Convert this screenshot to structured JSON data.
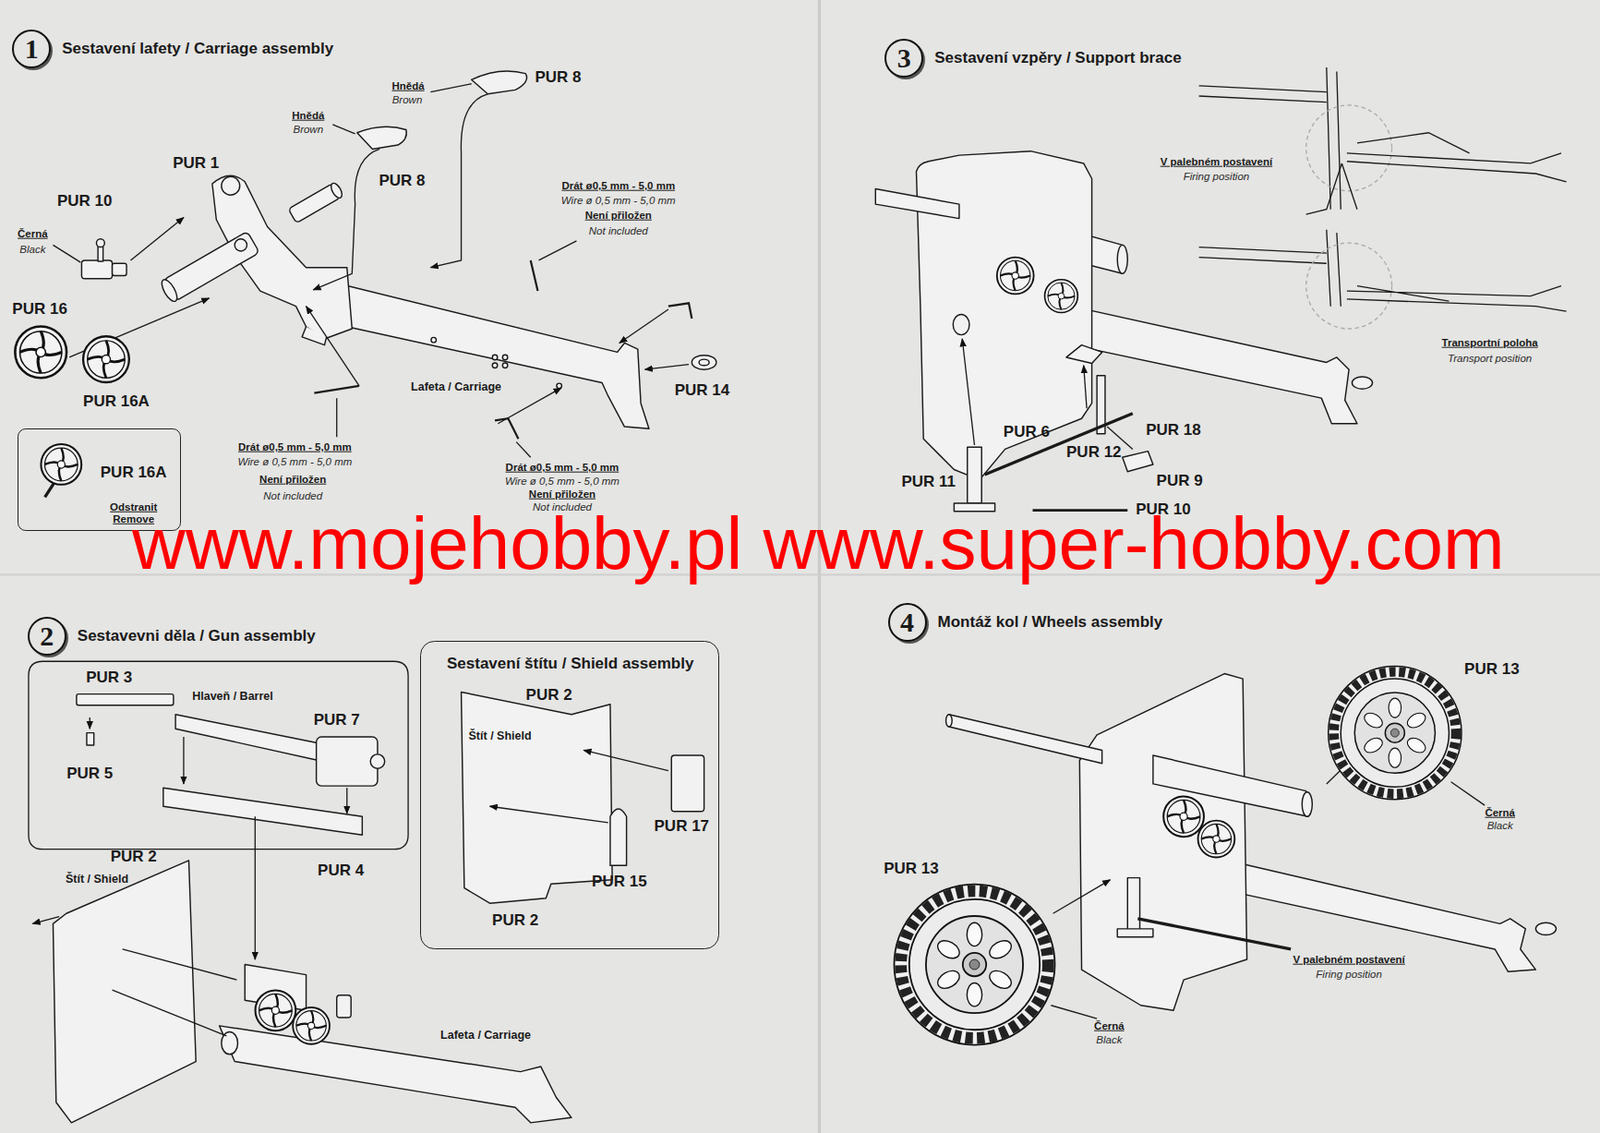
{
  "diagram": {
    "nodes": [
      {
        "text": [
          "1",
          "Sestavení lafety / Carriage assembly"
        ]
      },
      {
        "text": [
          "PUR 16A",
          "Odstranit Remove"
        ]
      },
      {
        "text": [
          "3",
          "Sestavení vzpěry / Support brace"
        ]
      },
      {
        "text": [
          "2",
          "Sestavevni děla / Gun assembly"
        ]
      },
      {
        "text": [
          "Sestavení štítu / Shield assembly"
        ]
      },
      {
        "text": [
          "4",
          "Montáž kol / Wheels assembly"
        ]
      }
    ],
    "labels": [
      "Hnědá",
      "Brown",
      "PUR 8",
      "Hnědá",
      "Brown",
      "PUR 8",
      "PUR 1",
      "PUR 10",
      "Černá",
      "Black",
      "PUR 16",
      "PUR 16A",
      "Drát ø0,5 mm - 5,0 mm",
      "Wire ø 0,5 mm - 5,0 mm",
      "Není přiložen",
      "Not included",
      "Lafeta / Carriage",
      "PUR 14",
      "Drát ø0,5 mm - 5,0 mm",
      "Wire ø 0,5 mm - 5,0 mm",
      "Není přiložen",
      "Not included",
      "Drát ø0,5 mm - 5,0 mm",
      "Wire ø 0,5 mm - 5,0 mm",
      "Není přiložen",
      "Not included",
      "V palebném postavení",
      "Firing position",
      "Transportní poloha",
      "Transport position",
      "PUR 6",
      "PUR 12",
      "PUR 18",
      "PUR 11",
      "PUR 9",
      "PUR 10",
      "www.mojehobby.pl www.super-hobby.com",
      "PUR 3",
      "Hlaveň / Barrel",
      "PUR 7",
      "PUR 5",
      "PUR 4",
      "PUR 2",
      "Štít / Shield",
      "Lafeta / Carriage",
      "PUR 2",
      "Štít / Shield",
      "PUR 17",
      "PUR 15",
      "PUR 2",
      "PUR 13",
      "Černá",
      "Black",
      "PUR 13",
      "Černá",
      "Black",
      "V palebném postavení",
      "Firing position"
    ]
  }
}
